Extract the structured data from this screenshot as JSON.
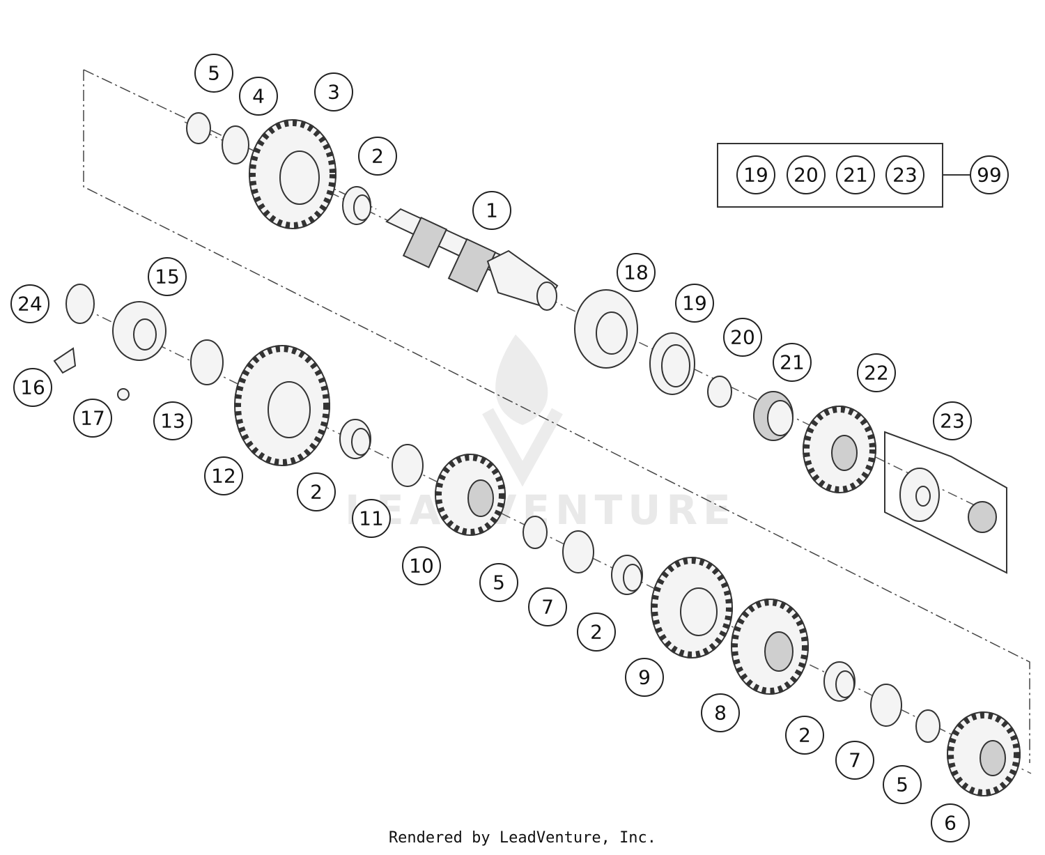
{
  "callouts": {
    "c1": "1",
    "c2a": "2",
    "c2b": "2",
    "c2c": "2",
    "c2d": "2",
    "c3": "3",
    "c4": "4",
    "c5a": "5",
    "c5b": "5",
    "c5c": "5",
    "c6": "6",
    "c7a": "7",
    "c7b": "7",
    "c8": "8",
    "c9": "9",
    "c10": "10",
    "c11": "11",
    "c12": "12",
    "c13": "13",
    "c15": "15",
    "c16": "16",
    "c17": "17",
    "c18": "18",
    "c19": "19",
    "c20": "20",
    "c21": "21",
    "c22": "22",
    "c23": "23",
    "c24": "24"
  },
  "kit": {
    "items": [
      "19",
      "20",
      "21",
      "23"
    ],
    "result": "99"
  },
  "watermark": "LEADVENTURE",
  "footer": "Rendered by LeadVenture, Inc."
}
